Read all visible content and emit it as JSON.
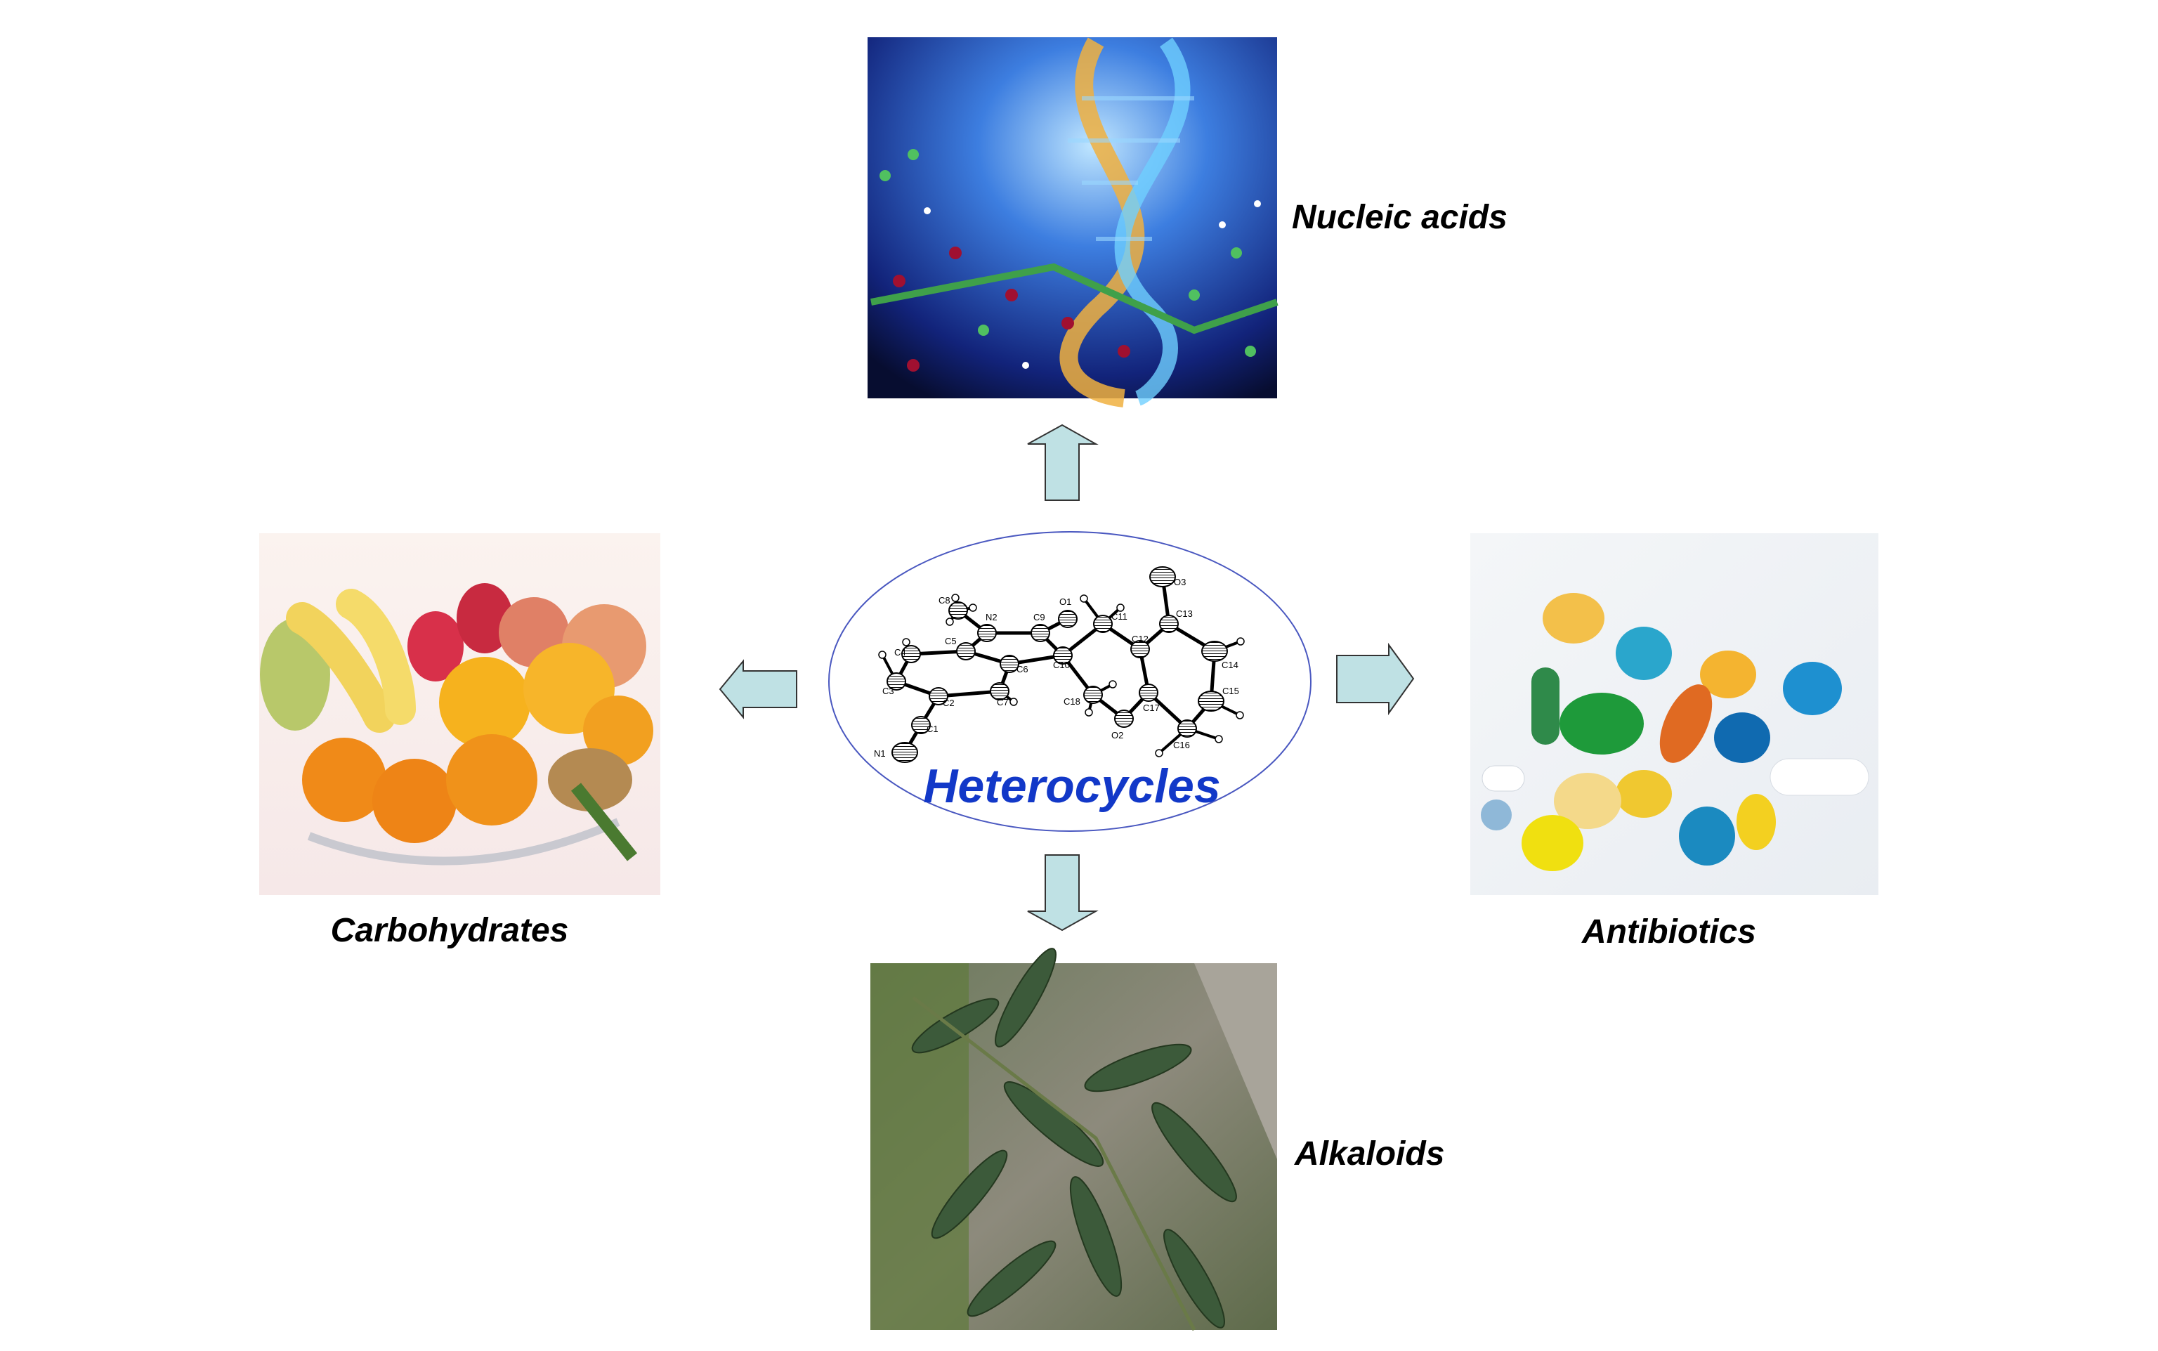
{
  "center": {
    "title": "Heterocycles",
    "title_color": "#1238c8",
    "atom_labels": [
      "C1",
      "C2",
      "C3",
      "C4",
      "C5",
      "C6",
      "C7",
      "C8",
      "C9",
      "C10",
      "C11",
      "C12",
      "C13",
      "C14",
      "C15",
      "C16",
      "C17",
      "C18",
      "N1",
      "N2",
      "O1",
      "O2",
      "O3"
    ]
  },
  "nodes": {
    "top": {
      "label": "Nucleic acids"
    },
    "left": {
      "label": "Carbohydrates"
    },
    "right": {
      "label": "Antibiotics"
    },
    "bottom": {
      "label": "Alkaloids"
    }
  },
  "colors": {
    "arrow_fill": "#bfe1e4",
    "arrow_stroke": "#333333",
    "ellipse_stroke": "#4a58c0"
  }
}
